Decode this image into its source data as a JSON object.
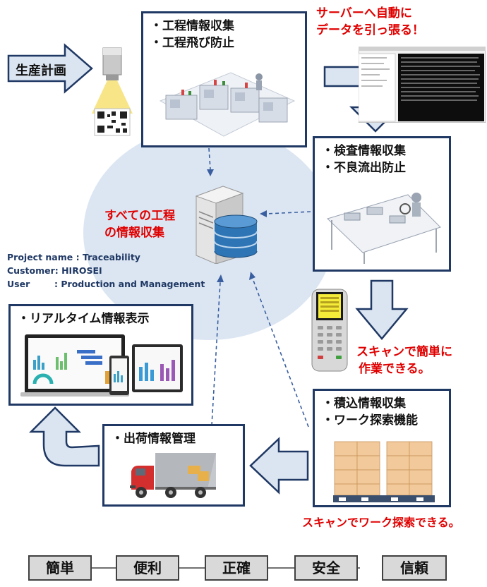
{
  "production_plan_label": "生産計画",
  "process_box": {
    "line1": "・工程情報収集",
    "line2": "・工程飛び防止"
  },
  "server_note": {
    "line1": "サーバーへ自動に",
    "line2": "データを引っ張る！"
  },
  "inspection_box": {
    "line1": "・検査情報収集",
    "line2": "・不良流出防止"
  },
  "all_process_note": {
    "line1": "すべての工程",
    "line2": "の情報収集"
  },
  "project_info": {
    "name": "Project name : Traceability",
    "customer": "Customer: HIROSEI",
    "user": "User        : Production and Management"
  },
  "realtime_box": {
    "title": "・リアルタイム情報表示"
  },
  "scan_note": {
    "line1": "スキャンで簡単に",
    "line2": "作業できる。"
  },
  "shipping_box": {
    "title": "・出荷情報管理"
  },
  "loading_box": {
    "line1": "・積込情報収集",
    "line2": "・ワーク探索機能"
  },
  "loading_note": "スキャンでワーク探索できる。",
  "keywords": [
    "簡単",
    "便利",
    "正確",
    "安全",
    "信頼"
  ],
  "colors": {
    "box_border": "#1f3864",
    "arrow_fill": "#dbe5f1",
    "arrow_stroke": "#1f3864",
    "note_red": "#e00000",
    "ellipse": "#dbe5f1"
  }
}
